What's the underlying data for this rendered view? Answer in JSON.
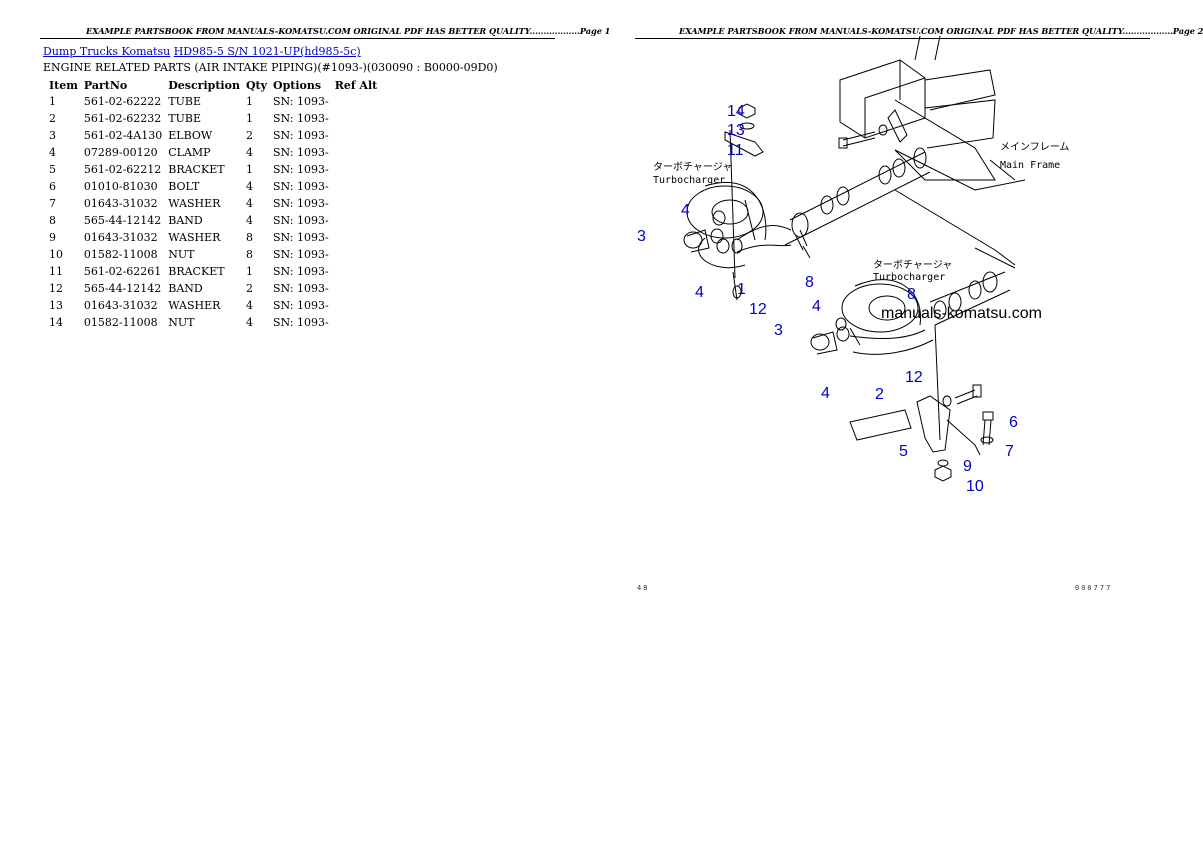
{
  "pages": [
    {
      "header": "EXAMPLE PARTSBOOK FROM MANUALS-KOMATSU.COM ORIGINAL PDF HAS BETTER QUALITY..................Page 1"
    },
    {
      "header": "EXAMPLE PARTSBOOK FROM MANUALS-KOMATSU.COM ORIGINAL PDF HAS BETTER QUALITY..................Page 2"
    }
  ],
  "breadcrumb": {
    "category": "Dump Trucks Komatsu",
    "model": "HD985-5 S/N 1021-UP(hd985-5c)"
  },
  "section_title": "ENGINE RELATED PARTS (AIR INTAKE PIPING)(#1093-)(030090 : B0000-09D0)",
  "table": {
    "headers": [
      "Item",
      "PartNo",
      "Description",
      "Qty",
      "Options",
      "Ref Alt"
    ],
    "rows": [
      [
        "1",
        "561-02-62222",
        "TUBE",
        "1",
        "SN: 1093-",
        ""
      ],
      [
        "2",
        "561-02-62232",
        "TUBE",
        "1",
        "SN: 1093-",
        ""
      ],
      [
        "3",
        "561-02-4A130",
        "ELBOW",
        "2",
        "SN: 1093-",
        ""
      ],
      [
        "4",
        "07289-00120",
        "CLAMP",
        "4",
        "SN: 1093-",
        ""
      ],
      [
        "5",
        "561-02-62212",
        "BRACKET",
        "1",
        "SN: 1093-",
        ""
      ],
      [
        "6",
        "01010-81030",
        "BOLT",
        "4",
        "SN: 1093-",
        ""
      ],
      [
        "7",
        "01643-31032",
        "WASHER",
        "4",
        "SN: 1093-",
        ""
      ],
      [
        "8",
        "565-44-12142",
        "BAND",
        "4",
        "SN: 1093-",
        ""
      ],
      [
        "9",
        "01643-31032",
        "WASHER",
        "8",
        "SN: 1093-",
        ""
      ],
      [
        "10",
        "01582-11008",
        "NUT",
        "8",
        "SN: 1093-",
        ""
      ],
      [
        "11",
        "561-02-62261",
        "BRACKET",
        "1",
        "SN: 1093-",
        ""
      ],
      [
        "12",
        "565-44-12142",
        "BAND",
        "2",
        "SN: 1093-",
        ""
      ],
      [
        "13",
        "01643-31032",
        "WASHER",
        "4",
        "SN: 1093-",
        ""
      ],
      [
        "14",
        "01582-11008",
        "NUT",
        "4",
        "SN: 1093-",
        ""
      ]
    ]
  },
  "diagram": {
    "callouts": [
      "14",
      "13",
      "11",
      "4",
      "3",
      "4",
      "1",
      "12",
      "8",
      "8",
      "4",
      "3",
      "4",
      "2",
      "12",
      "6",
      "7",
      "5",
      "9",
      "10"
    ],
    "labels": {
      "turbo_jp_1": "ターボチャージャ",
      "turbo_en_1": "Turbocharger",
      "turbo_jp_2": "ターボチャージャ",
      "turbo_en_2": "Turbocharger",
      "frame_jp": "メインフレーム",
      "frame_en": "Main Frame",
      "watermark": "manuals-komatsu.com"
    },
    "page_number": "48",
    "drawing_code": "000777",
    "callout_color": "#0000c8"
  }
}
